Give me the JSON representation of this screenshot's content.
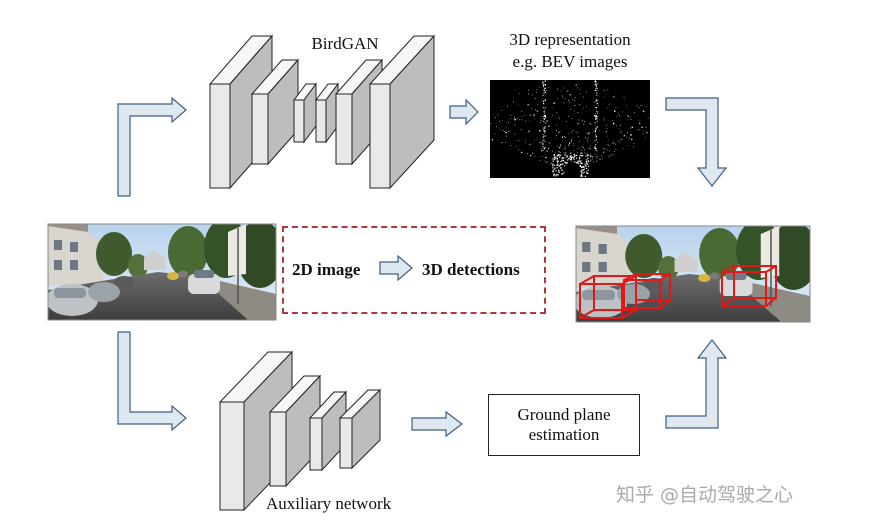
{
  "labels": {
    "birdgan": "BirdGAN",
    "repr_line1": "3D representation",
    "repr_line2": "e.g. BEV images",
    "input_2d": "2D image",
    "output_3d": "3D detections",
    "ground_line1": "Ground plane",
    "ground_line2": "estimation",
    "auxiliary": "Auxiliary network"
  },
  "watermark": "知乎 @自动驾驶之心",
  "colors": {
    "arrow_fill": "#dfe7f1",
    "arrow_stroke": "#3e5f82",
    "block_front": "#e9e9e9",
    "block_side": "#b9b9b9",
    "dashed_border": "#b03a3a",
    "detection_box": "#e01818"
  }
}
